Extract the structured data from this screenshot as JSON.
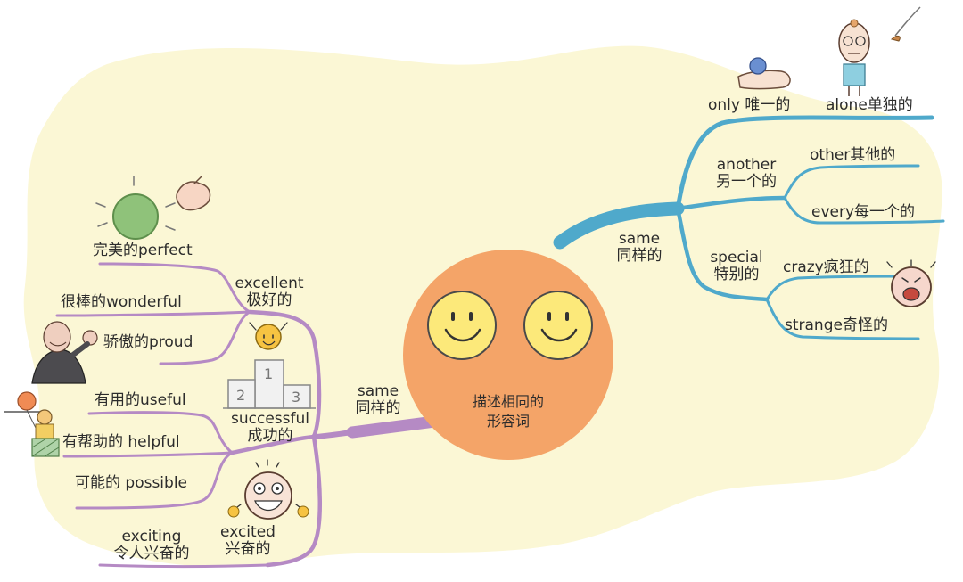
{
  "center": {
    "line1": "描述相同的",
    "line2": "形容词"
  },
  "left_branch": {
    "en": "same",
    "zh": "同样的"
  },
  "right_branch": {
    "en": "same",
    "zh": "同样的"
  },
  "excellent": {
    "en": "excellent",
    "zh": "极好的",
    "items": [
      "完美的perfect",
      "很棒的wonderful",
      "骄傲的proud"
    ]
  },
  "successful": {
    "en": "successful",
    "zh": "成功的",
    "items": [
      "有用的useful",
      "有帮助的 helpful",
      "可能的 possible"
    ]
  },
  "excited": {
    "en": "excited",
    "zh": "兴奋的",
    "items": [
      {
        "en": "exciting",
        "zh": "令人兴奋的"
      }
    ]
  },
  "only_row": {
    "only": "only 唯一的",
    "alone": "alone单独的"
  },
  "another": {
    "en": "another",
    "zh": "另一个的",
    "items": [
      "other其他的",
      "every每一个的"
    ]
  },
  "special": {
    "en": "special",
    "zh": "特别的",
    "items": [
      "crazy疯狂的",
      "strange奇怪的"
    ]
  },
  "podium": {
    "n1": "1",
    "n2": "2",
    "n3": "3"
  },
  "colors": {
    "background_blob": "#FBF7D5",
    "center_circle": "#F4A468",
    "smiley_fill": "#FCE97A",
    "left_branch": "#B58AC4",
    "right_branch": "#4FA9CB"
  }
}
